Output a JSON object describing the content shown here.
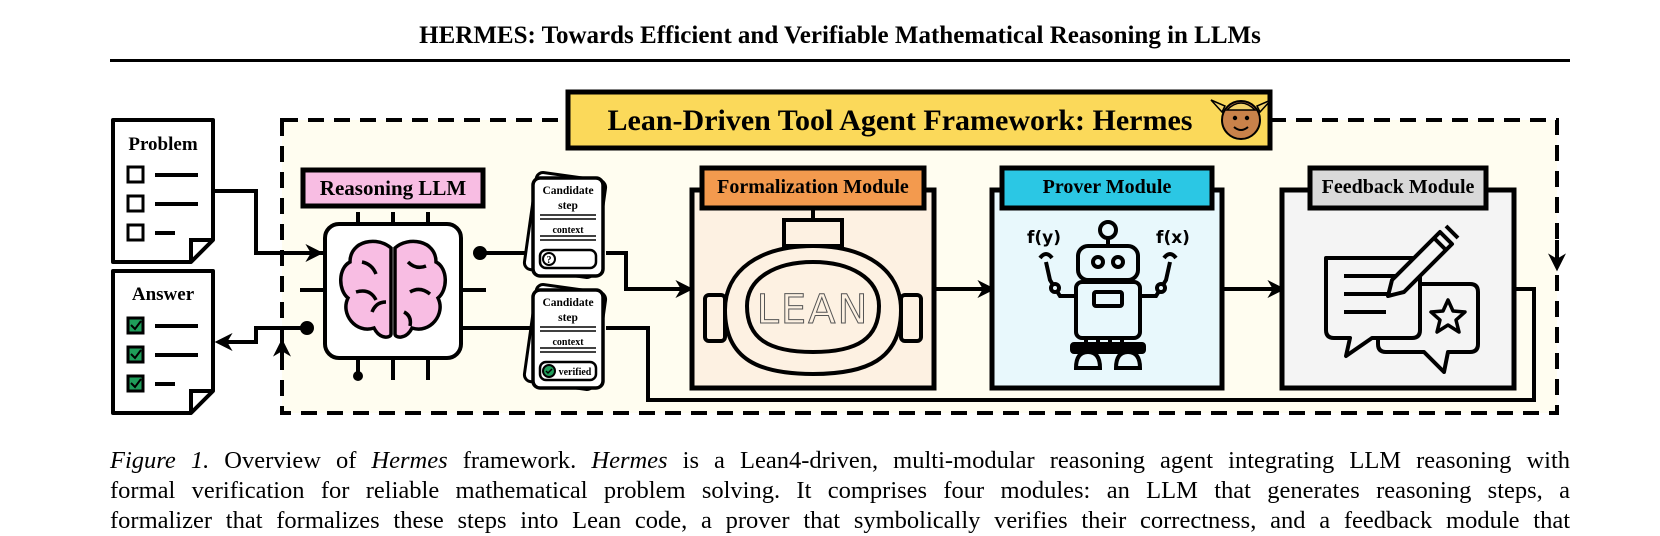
{
  "header": {
    "title": "HERMES: Towards Efficient and Verifiable Mathematical Reasoning in LLMs"
  },
  "figure": {
    "framework_title": "Lean-Driven Tool Agent Framework: Hermes",
    "problem_label": "Problem",
    "answer_label": "Answer",
    "reasoning_llm_label": "Reasoning LLM",
    "candidate_card_1": {
      "line1": "Candidate",
      "line2": "step",
      "context": "context"
    },
    "candidate_card_2": {
      "line1": "Candidate",
      "line2": "step",
      "context": "context",
      "status": "verified"
    },
    "formalization_label": "Formalization Module",
    "lean_logo_text": "LEAN",
    "prover_label": "Prover Module",
    "prover_left_formula": "f(y)",
    "prover_right_formula": "f(x)",
    "feedback_label": "Feedback Module",
    "colors": {
      "title_bg": "#fbd95a",
      "frame_bg": "#fffdf0",
      "reasoning_bg": "#f8bde3",
      "formalization_tag": "#f39a4e",
      "formalization_bg": "#fdf1e2",
      "prover_tag": "#2bc7e4",
      "prover_bg": "#e8f8fc",
      "feedback_tag": "#d9d9d9",
      "feedback_bg": "#f4f4f4",
      "check_green": "#1f9d5a"
    }
  },
  "caption": {
    "figure_no": "Figure 1.",
    "text_1": " Overview of ",
    "hermes_1": "Hermes",
    "text_2": " framework. ",
    "hermes_2": "Hermes",
    "text_3": " is a Lean4-driven, multi-modular reasoning agent integrating LLM reasoning with",
    "line_2": "formal verification for reliable mathematical problem solving. It comprises four modules: an LLM that generates reasoning steps, a",
    "line_3": "formalizer that formalizes these steps into Lean code, a prover that symbolically verifies their correctness, and a feedback module that"
  }
}
